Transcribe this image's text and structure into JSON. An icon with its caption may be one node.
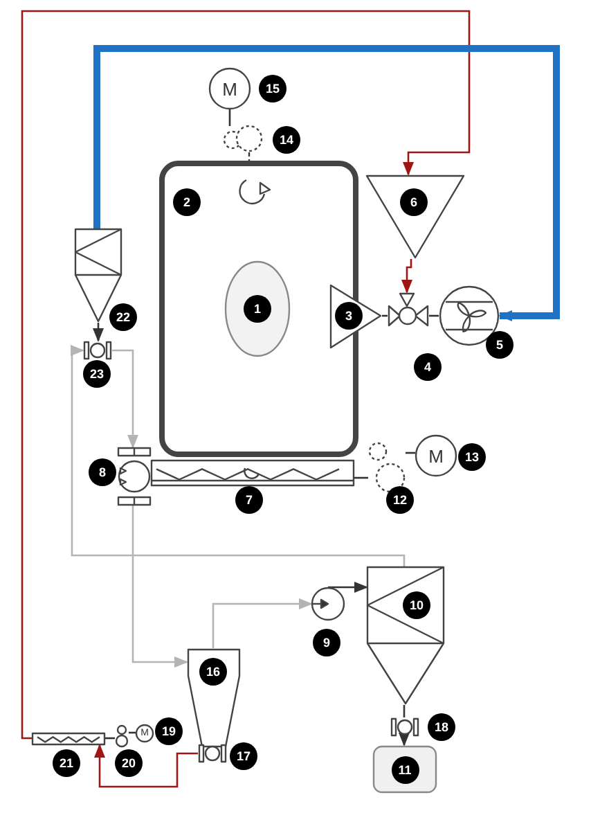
{
  "diagram": {
    "nodes": [
      {
        "text": [
          "M"
        ],
        "beside": [
          "15"
        ]
      },
      {
        "text": [],
        "shape": "circle",
        "beside": [
          "14"
        ]
      },
      {
        "text": [
          "2"
        ]
      },
      {
        "text": [
          "1"
        ],
        "in": 2
      },
      {
        "text": [
          "6"
        ]
      },
      {
        "text": [],
        "shape": "box",
        "beside": [
          "22"
        ]
      },
      {
        "text": [
          "3"
        ]
      },
      {
        "text": [],
        "shape": "circle"
      },
      {
        "text": [],
        "shape": "circle",
        "beside": [
          "5"
        ]
      },
      {
        "text": [],
        "shape": "circle",
        "beside": [
          "23"
        ]
      },
      {
        "text": [],
        "shape": "circle",
        "beside": [
          "8"
        ]
      },
      {
        "text": [],
        "shape": "bar",
        "beside": [
          "7"
        ]
      },
      {
        "text": [],
        "shape": "circle",
        "beside": [
          "12"
        ]
      },
      {
        "text": [
          "M"
        ],
        "beside": [
          "13"
        ]
      },
      {
        "text": [
          "10"
        ]
      },
      {
        "text": [],
        "shape": "circle",
        "beside": [
          "9"
        ]
      },
      {
        "text": [
          "16"
        ]
      },
      {
        "text": [],
        "shape": "circle"
      },
      {
        "text": [
          "M"
        ],
        "beside": [
          "19"
        ]
      },
      {
        "text": [],
        "shape": "circle",
        "beside": [
          "20"
        ]
      },
      {
        "text": [],
        "shape": "bar",
        "beside": [
          "21"
        ]
      },
      {
        "text": [],
        "shape": "circle",
        "beside": [
          "17"
        ]
      },
      {
        "text": [
          "11"
        ]
      }
    ],
    "edges": [
      {
        "from": 0,
        "to": 1,
        "arrow": "none"
      },
      {
        "from": 1,
        "to": 2,
        "arrow": "none",
        "style": "dashed"
      },
      {
        "from": 20,
        "to": 4,
        "arrow": "to",
        "color": "#a01414"
      },
      {
        "from": 4,
        "to": 7,
        "arrow": "to",
        "color": "#a01414"
      },
      {
        "from": 5,
        "to": 8,
        "arrow": "to",
        "style": "thick",
        "color": "#1f72c4"
      },
      {
        "from": 8,
        "to": 7,
        "arrow": "none"
      },
      {
        "from": 7,
        "to": 6,
        "arrow": "none"
      },
      {
        "from": 5,
        "to": 9,
        "arrow": "to"
      },
      {
        "from": 9,
        "to": 10,
        "arrow": "to",
        "color": "#b4b4b4"
      },
      {
        "from": 10,
        "to": 16,
        "arrow": "to",
        "color": "#b4b4b4"
      },
      {
        "from": 14,
        "to": 9,
        "arrow": "to",
        "color": "#b4b4b4"
      },
      {
        "from": 16,
        "to": 15,
        "arrow": "to",
        "color": "#b4b4b4"
      },
      {
        "from": 15,
        "to": 14,
        "arrow": "to"
      },
      {
        "from": 14,
        "to": 17,
        "arrow": "none"
      },
      {
        "from": 17,
        "to": 22,
        "arrow": "to"
      },
      {
        "from": 13,
        "to": 12,
        "arrow": "none"
      },
      {
        "from": 12,
        "to": 11,
        "arrow": "none"
      },
      {
        "from": 18,
        "to": 19,
        "arrow": "none"
      },
      {
        "from": 19,
        "to": 20,
        "arrow": "none"
      },
      {
        "from": 21,
        "to": 20,
        "arrow": "to",
        "color": "#a01414"
      }
    ],
    "labels": [
      "4",
      "18"
    ]
  }
}
